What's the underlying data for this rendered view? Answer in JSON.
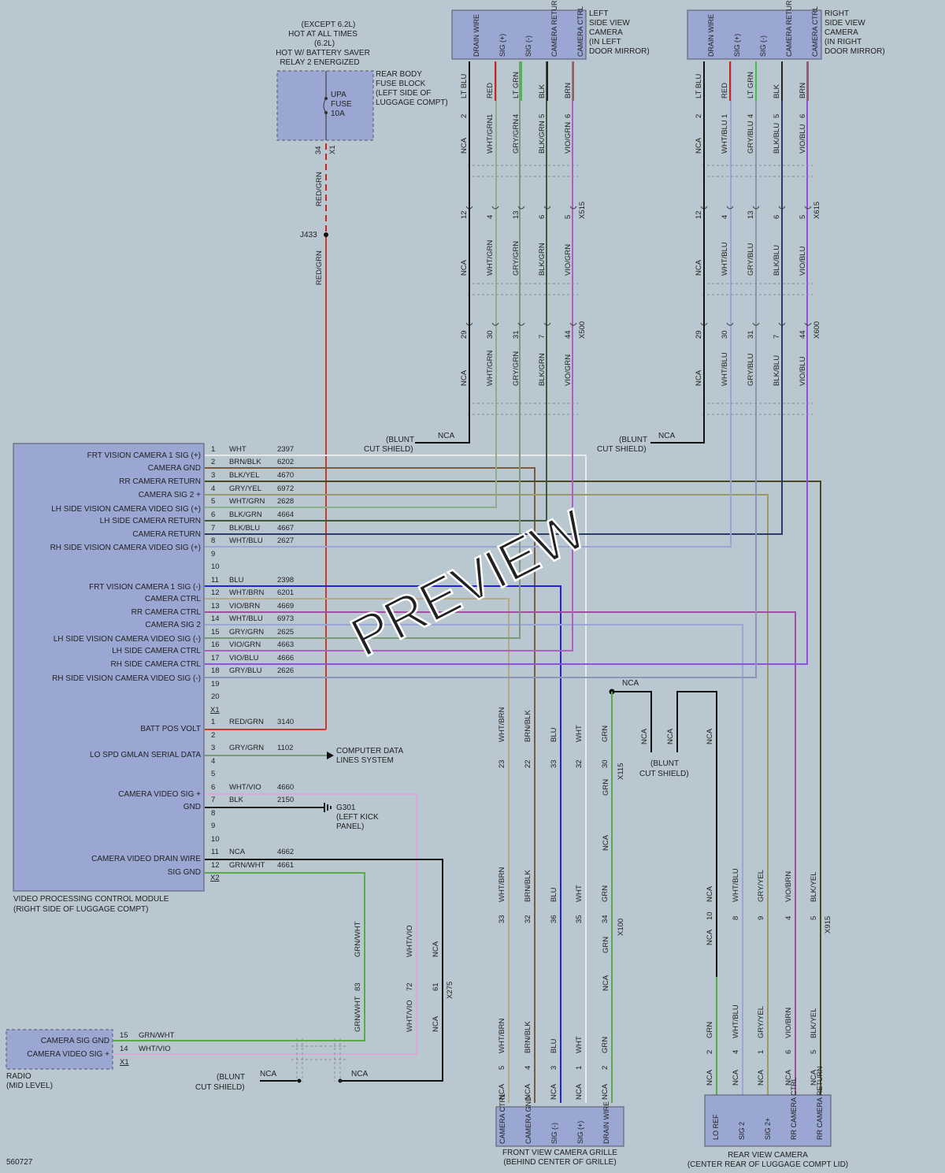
{
  "diagram_id": "560727",
  "watermark": "PREVIEW",
  "vpcm": {
    "title": [
      "VIDEO PROCESSING CONTROL MODULE",
      "(RIGHT SIDE OF LUGGAGE COMPT)"
    ],
    "x1_pins": [
      {
        "pin": "1",
        "label": "FRT VISION CAMERA 1 SIG (+)",
        "color": "WHT",
        "circuit": "2397",
        "stroke": "#e8e8e8"
      },
      {
        "pin": "2",
        "label": "CAMERA GND",
        "color": "BRN/BLK",
        "circuit": "6202",
        "stroke": "#7a5a3a"
      },
      {
        "pin": "3",
        "label": "RR CAMERA RETURN",
        "color": "BLK/YEL",
        "circuit": "4670",
        "stroke": "#4a4a20"
      },
      {
        "pin": "4",
        "label": "CAMERA SIG 2 +",
        "color": "GRY/YEL",
        "circuit": "6972",
        "stroke": "#9a9a6a"
      },
      {
        "pin": "5",
        "label": "LH SIDE VISION CAMERA VIDEO SIG (+)",
        "color": "WHT/GRN",
        "circuit": "2628",
        "stroke": "#8ab08a"
      },
      {
        "pin": "6",
        "label": "LH SIDE CAMERA RETURN",
        "color": "BLK/GRN",
        "circuit": "4664",
        "stroke": "#3e5a3e"
      },
      {
        "pin": "7",
        "label": "CAMERA RETURN",
        "color": "BLK/BLU",
        "circuit": "4667",
        "stroke": "#2a3a6a"
      },
      {
        "pin": "8",
        "label": "RH SIDE VISION CAMERA VIDEO SIG (+)",
        "color": "WHT/BLU",
        "circuit": "2627",
        "stroke": "#9aa6d6"
      },
      {
        "pin": "9",
        "label": "",
        "color": "",
        "circuit": "",
        "stroke": ""
      },
      {
        "pin": "10",
        "label": "",
        "color": "",
        "circuit": "",
        "stroke": ""
      },
      {
        "pin": "11",
        "label": "FRT VISION CAMERA 1 SIG (-)",
        "color": "BLU",
        "circuit": "2398",
        "stroke": "#2222dd"
      },
      {
        "pin": "12",
        "label": "CAMERA CTRL",
        "color": "WHT/BRN",
        "circuit": "6201",
        "stroke": "#b8a888"
      },
      {
        "pin": "13",
        "label": "RR CAMERA CTRL",
        "color": "VIO/BRN",
        "circuit": "4669",
        "stroke": "#a050a0"
      },
      {
        "pin": "14",
        "label": "CAMERA SIG 2",
        "color": "WHT/BLU",
        "circuit": "6973",
        "stroke": "#9aa6d6"
      },
      {
        "pin": "15",
        "label": "LH SIDE VISION CAMERA VIDEO SIG (-)",
        "color": "GRY/GRN",
        "circuit": "2625",
        "stroke": "#7a9a7a"
      },
      {
        "pin": "16",
        "label": "LH SIDE CAMERA CTRL",
        "color": "VIO/GRN",
        "circuit": "4663",
        "stroke": "#b060c0"
      },
      {
        "pin": "17",
        "label": "RH SIDE CAMERA CTRL",
        "color": "VIO/BLU",
        "circuit": "4666",
        "stroke": "#9050e0"
      },
      {
        "pin": "18",
        "label": "RH SIDE VISION CAMERA VIDEO SIG (-)",
        "color": "GRY/BLU",
        "circuit": "2626",
        "stroke": "#8a96b6"
      },
      {
        "pin": "19",
        "label": "",
        "color": "",
        "circuit": "",
        "stroke": ""
      },
      {
        "pin": "20",
        "label": "",
        "color": "",
        "circuit": "",
        "stroke": ""
      }
    ],
    "x1_tag": "X1",
    "x2_pins": [
      {
        "pin": "1",
        "label": "BATT POS VOLT",
        "color": "RED/GRN",
        "circuit": "3140"
      },
      {
        "pin": "2",
        "label": "",
        "color": "",
        "circuit": ""
      },
      {
        "pin": "3",
        "label": "LO SPD GMLAN SERIAL DATA",
        "color": "GRY/GRN",
        "circuit": "1102"
      },
      {
        "pin": "4",
        "label": "",
        "color": "",
        "circuit": ""
      },
      {
        "pin": "5",
        "label": "",
        "color": "",
        "circuit": ""
      },
      {
        "pin": "6",
        "label": "CAMERA VIDEO SIG +",
        "color": "WHT/VIO",
        "circuit": "4660"
      },
      {
        "pin": "7",
        "label": "GND",
        "color": "BLK",
        "circuit": "2150"
      },
      {
        "pin": "8",
        "label": "",
        "color": "",
        "circuit": ""
      },
      {
        "pin": "9",
        "label": "",
        "color": "",
        "circuit": ""
      },
      {
        "pin": "10",
        "label": "",
        "color": "",
        "circuit": ""
      },
      {
        "pin": "11",
        "label": "CAMERA VIDEO DRAIN WIRE",
        "color": "NCA",
        "circuit": "4662"
      },
      {
        "pin": "12",
        "label": "SIG GND",
        "color": "GRN/WHT",
        "circuit": "4661"
      }
    ],
    "x2_tag": "X2"
  },
  "fuse_block": {
    "header": [
      "(EXCEPT 6.2L)",
      "HOT AT ALL TIMES",
      "(6.2L)",
      "HOT W/ BATTERY SAVER",
      "RELAY 2 ENERGIZED"
    ],
    "fuse": [
      "UPA",
      "FUSE",
      "10A"
    ],
    "location": [
      "REAR BODY",
      "FUSE BLOCK",
      "(LEFT SIDE OF",
      "LUGGAGE COMPT)"
    ],
    "pin": "34",
    "connector": "X1",
    "wire_top": "RED/GRN",
    "splice": "J433",
    "wire_bottom": "RED/GRN"
  },
  "gmlan": [
    "COMPUTER DATA",
    "LINES SYSTEM"
  ],
  "ground": [
    "G301",
    "(LEFT KICK",
    "PANEL)"
  ],
  "left_cam": {
    "title": [
      "LEFT",
      "SIDE VIEW",
      "CAMERA",
      "(IN LEFT",
      "DOOR MIRROR)"
    ],
    "pins": [
      "DRAIN WIRE",
      "SIG (+)",
      "SIG (-)",
      "CAMERA RETURN",
      "CAMERA CTRL"
    ],
    "colors": [
      "LT BLU",
      "RED",
      "LT GRN",
      "BLK",
      "BRN"
    ],
    "nums": [
      "2",
      "1",
      "4",
      "5",
      "6"
    ],
    "wires1": [
      "NCA",
      "WHT/GRN",
      "GRY/GRN",
      "BLK/GRN",
      "VIO/GRN"
    ],
    "x515": [
      "12",
      "4",
      "13",
      "6",
      "5"
    ],
    "x515_tag": "X515",
    "x500": [
      "29",
      "30",
      "31",
      "7",
      "44"
    ],
    "x500_tag": "X500",
    "shield": [
      "(BLUNT",
      "CUT SHIELD)"
    ],
    "shield_nca": "NCA"
  },
  "right_cam": {
    "title": [
      "RIGHT",
      "SIDE VIEW",
      "CAMERA",
      "(IN RIGHT",
      "DOOR MIRROR)"
    ],
    "pins": [
      "DRAIN WIRE",
      "SIG (+)",
      "SIG (-)",
      "CAMERA RETURN",
      "CAMERA CTRL"
    ],
    "colors": [
      "LT BLU",
      "RED",
      "LT GRN",
      "BLK",
      "BRN"
    ],
    "nums": [
      "2",
      "1",
      "4",
      "5",
      "6"
    ],
    "wires1": [
      "NCA",
      "WHT/BLU",
      "GRY/BLU",
      "BLK/BLU",
      "VIO/BLU"
    ],
    "x615": [
      "12",
      "4",
      "13",
      "6",
      "5"
    ],
    "x615_tag": "X615",
    "x600": [
      "29",
      "30",
      "31",
      "7",
      "44"
    ],
    "x600_tag": "X600",
    "shield": [
      "(BLUNT",
      "CUT SHIELD)"
    ],
    "shield_nca": "NCA"
  },
  "front_cam": {
    "title": [
      "FRONT VIEW CAMERA GRILLE",
      "(BEHIND CENTER OF GRILLE)"
    ],
    "pins": [
      "CAMERA CTRL",
      "CAMERA GND",
      "SIG (-)",
      "SIG (+)",
      "DRAIN WIRE"
    ],
    "wires": [
      "WHT/BRN",
      "BRN/BLK",
      "BLU",
      "WHT",
      "GRN"
    ],
    "x115": [
      "23",
      "22",
      "33",
      "32",
      "30"
    ],
    "x115_tag": "X115",
    "x100": [
      "33",
      "32",
      "36",
      "35",
      "34"
    ],
    "x100_tag": "X100",
    "bottom_nums": [
      "5",
      "4",
      "3",
      "1",
      "2"
    ],
    "nca": "NCA",
    "shield": [
      "(BLUNT",
      "CUT SHIELD)"
    ]
  },
  "rear_cam": {
    "title": [
      "REAR VIEW CAMERA",
      "(CENTER REAR OF LUGGAGE COMPT LID)"
    ],
    "pins": [
      "LO REF",
      "SIG 2",
      "SIG 2+",
      "RR CAMERA CTRL",
      "RR CAMERA RETURN"
    ],
    "wires_top": [
      "NCA",
      "WHT/BLU",
      "GRY/YEL",
      "VIO/BRN",
      "BLK/YEL"
    ],
    "x915": [
      "10",
      "8",
      "9",
      "4",
      "5"
    ],
    "x915_tag": "X915",
    "wires_bottom": [
      "GRN",
      "WHT/BLU",
      "GRY/YEL",
      "VIO/BRN",
      "BLK/YEL"
    ],
    "bottom_nums": [
      "2",
      "4",
      "1",
      "6",
      "5"
    ],
    "nca": "NCA"
  },
  "radio": {
    "title": [
      "RADIO",
      "(MID LEVEL)"
    ],
    "pins": [
      {
        "label": "CAMERA SIG GND",
        "pin": "15",
        "color": "GRN/WHT"
      },
      {
        "label": "CAMERA VIDEO SIG +",
        "pin": "14",
        "color": "WHT/VIO"
      }
    ],
    "tag": "X1",
    "shield": [
      "(BLUNT",
      "CUT SHIELD)"
    ],
    "nca": "NCA"
  },
  "x275": {
    "tag": "X275",
    "nums": [
      "83",
      "72",
      "61"
    ],
    "wires_top": [
      "GRN/WHT",
      "WHT/VIO",
      "NCA"
    ],
    "wires_bottom": [
      "GRN/WHT",
      "WHT/VIO",
      "NCA"
    ]
  }
}
